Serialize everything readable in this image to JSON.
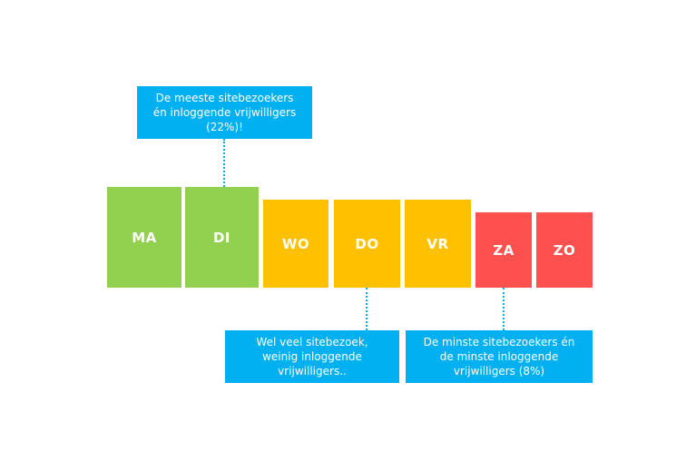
{
  "days": [
    {
      "key": "ma",
      "label": "MA",
      "group": "green"
    },
    {
      "key": "di",
      "label": "DI",
      "group": "green"
    },
    {
      "key": "wo",
      "label": "WO",
      "group": "yellow"
    },
    {
      "key": "do",
      "label": "DO",
      "group": "yellow"
    },
    {
      "key": "vr",
      "label": "VR",
      "group": "yellow"
    },
    {
      "key": "za",
      "label": "ZA",
      "group": "red"
    },
    {
      "key": "zo",
      "label": "ZO",
      "group": "red"
    }
  ],
  "callouts": {
    "di": "De meeste sitebezoekers\nén inloggende vrijwilligers\n(22%)!",
    "do": "Wel veel sitebezoek,\nweinig inloggende\nvrijwilligers..",
    "za": "De minste sitebezoekers én\nde minste inloggende\nvrijwilligers (8%)"
  },
  "colors": {
    "green": "#92d050",
    "yellow": "#ffc000",
    "red": "#ff5050",
    "callout": "#00b0f0"
  }
}
